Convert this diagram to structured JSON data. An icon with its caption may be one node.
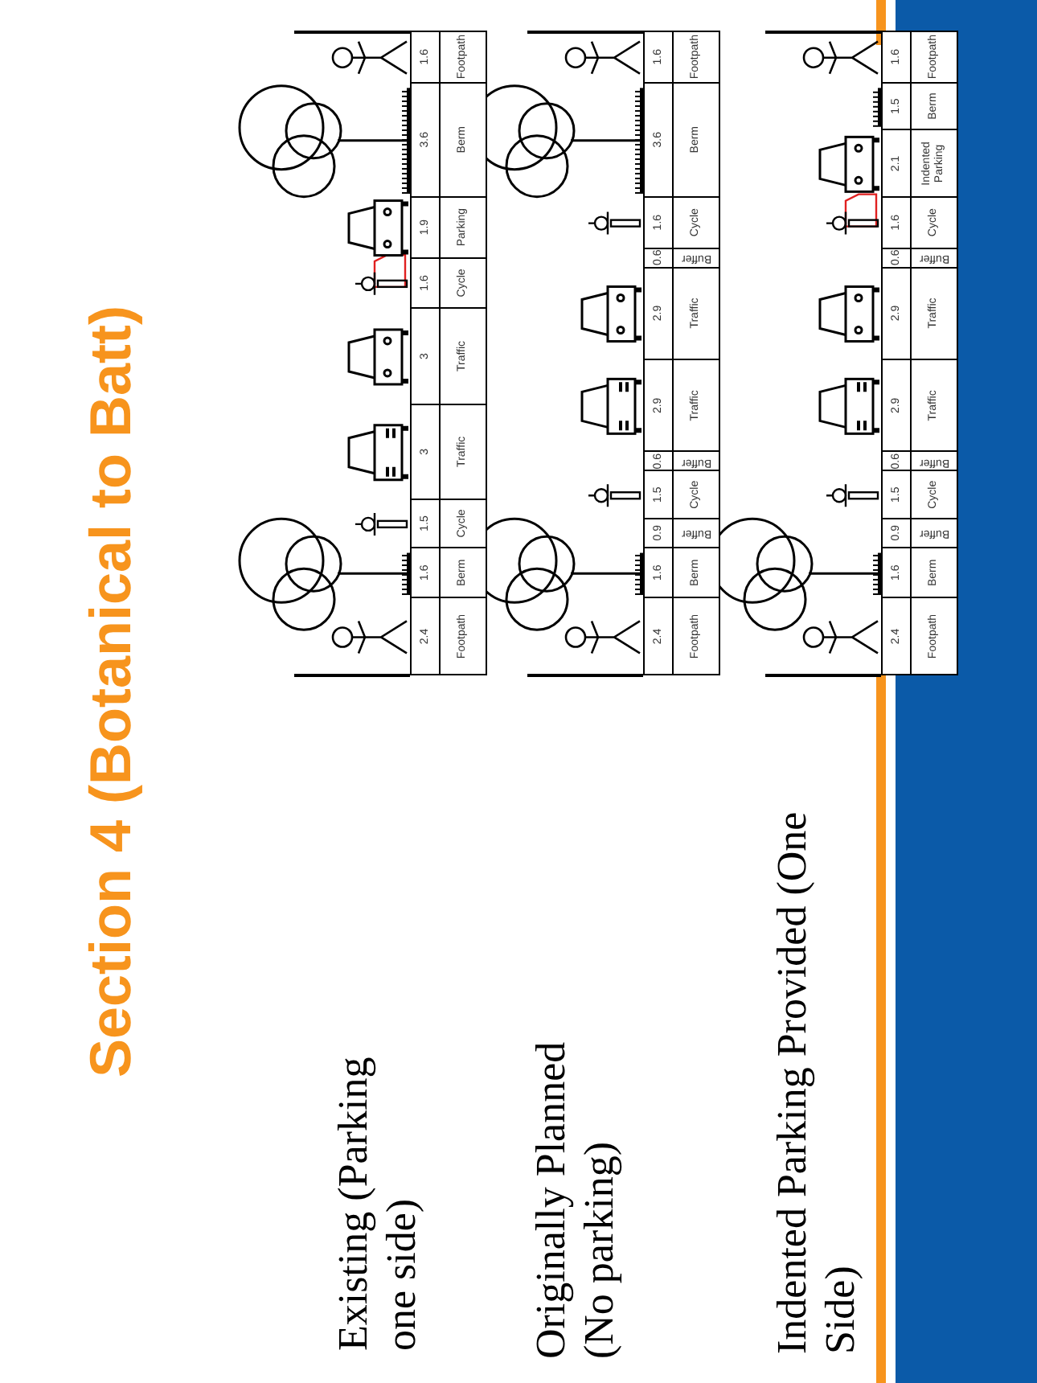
{
  "diagram": {
    "title": "Section 4 (Botanical to Batt)",
    "nodes": [
      {
        "text": [
          "2.4",
          "Footpath"
        ]
      },
      {
        "text": [
          "1.6",
          "Berm"
        ]
      },
      {
        "text": [
          "1.5",
          "Cycle"
        ]
      },
      {
        "text": [
          "3",
          "Traffic"
        ]
      },
      {
        "text": [
          "3",
          "Traffic"
        ]
      },
      {
        "text": [
          "1.6",
          "Cycle"
        ]
      },
      {
        "text": [
          "1.9",
          "Parking"
        ]
      },
      {
        "text": [
          "3.6",
          "Berm"
        ]
      },
      {
        "text": [
          "1.6",
          "Footpath"
        ]
      },
      {
        "text": [
          "2.4",
          "Footpath"
        ]
      },
      {
        "text": [
          "1.6",
          "Berm"
        ]
      },
      {
        "text": [
          "0.9",
          "Buffer"
        ]
      },
      {
        "text": [
          "1.5",
          "Cycle"
        ]
      },
      {
        "text": [
          "0.6",
          "Buffer"
        ]
      },
      {
        "text": [
          "2.9",
          "Traffic"
        ]
      },
      {
        "text": [
          "2.9",
          "Traffic"
        ]
      },
      {
        "text": [
          "0.6",
          "Buffer"
        ]
      },
      {
        "text": [
          "1.6",
          "Cycle"
        ]
      },
      {
        "text": [
          "3.6",
          "Berm"
        ]
      },
      {
        "text": [
          "1.6",
          "Footpath"
        ]
      },
      {
        "text": [
          "2.4",
          "Footpath"
        ]
      },
      {
        "text": [
          "1.6",
          "Berm"
        ]
      },
      {
        "text": [
          "0.9",
          "Buffer"
        ]
      },
      {
        "text": [
          "1.5",
          "Cycle"
        ]
      },
      {
        "text": [
          "0.6",
          "Buffer"
        ]
      },
      {
        "text": [
          "2.9",
          "Traffic"
        ]
      },
      {
        "text": [
          "2.9",
          "Traffic"
        ]
      },
      {
        "text": [
          "0.6",
          "Buffer"
        ]
      },
      {
        "text": [
          "1.6",
          "Cycle"
        ]
      },
      {
        "text": [
          "2.1",
          "Indented Parking"
        ]
      },
      {
        "text": [
          "1.5",
          "Berm"
        ]
      },
      {
        "text": [
          "1.6",
          "Footpath"
        ]
      }
    ],
    "labels": [
      "Existing (Parking one side)",
      "Originally Planned (No parking)",
      "Indented Parking Provided (One Side)"
    ]
  }
}
